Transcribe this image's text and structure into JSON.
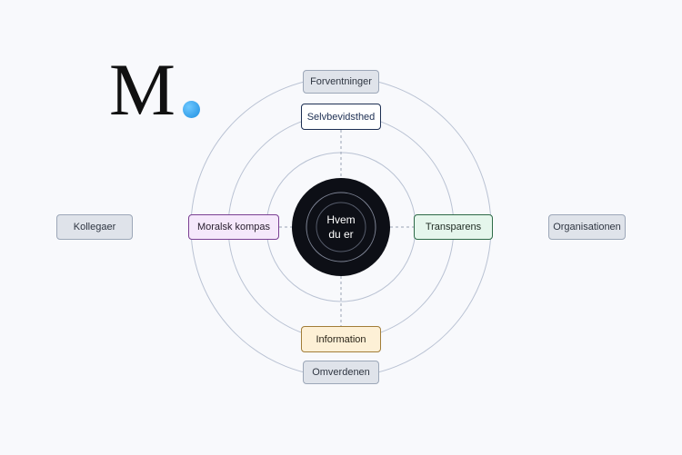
{
  "logo": {
    "letter": "M.",
    "dot_color": "#1e8fe0"
  },
  "center": {
    "line1": "Hvem",
    "line2": "du er"
  },
  "nodes": {
    "forventninger": "Forventninger",
    "selvbevidsthed": "Selvbevidsthed",
    "moralsk_kompas": "Moralsk kompas",
    "transparens": "Transparens",
    "information": "Information",
    "omverdenen": "Omverdenen",
    "kollegaer": "Kollegaer",
    "organisationen": "Organisationen"
  },
  "colors": {
    "center_fill": "#0d0f16",
    "ring_stroke": "#b9c2d3",
    "moral_accent": "#7a3f93",
    "trans_accent": "#2d6a47",
    "info_accent": "#a17d38",
    "selv_accent": "#1c2e52"
  }
}
